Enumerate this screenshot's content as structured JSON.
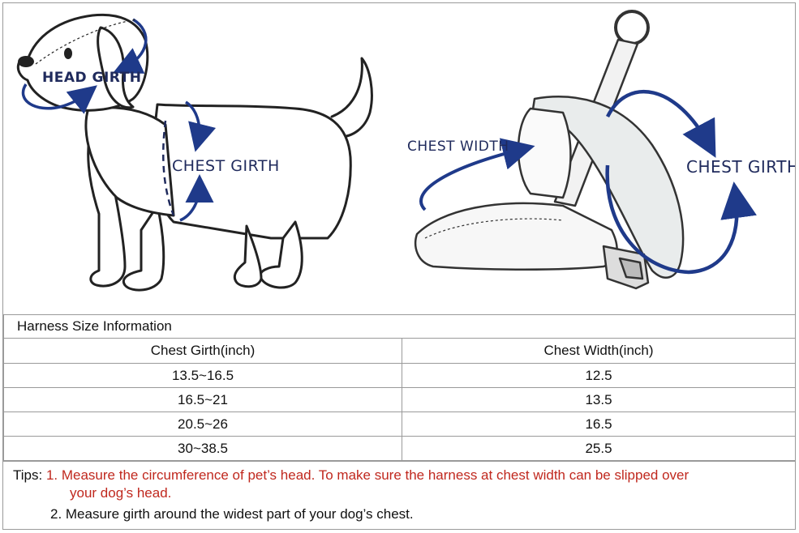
{
  "illustration": {
    "dog_labels": {
      "head_girth": "HEAD GIRTH",
      "chest_girth": "CHEST GIRTH"
    },
    "harness_labels": {
      "chest_width": "CHEST WIDTH",
      "chest_girth": "CHEST GIRTH"
    },
    "colors": {
      "arrow": "#1f3a8a",
      "label": "#1f2a5c",
      "line": "#222222"
    }
  },
  "table": {
    "caption": "Harness Size Information",
    "headers": [
      "Chest Girth(inch)",
      "Chest Width(inch)"
    ],
    "rows": [
      [
        "13.5~16.5",
        "12.5"
      ],
      [
        "16.5~21",
        "13.5"
      ],
      [
        "20.5~26",
        "16.5"
      ],
      [
        "30~38.5",
        "25.5"
      ]
    ]
  },
  "tips": {
    "prefix": "Tips:",
    "tip1_line1": "1. Measure the circumference of pet’s head. To make sure the harness at chest width can be slipped over",
    "tip1_line2": "your dog’s head.",
    "tip2": "2. Measure girth around the widest part of your dog’s chest.",
    "colors": {
      "tip1": "#c0281e",
      "text": "#111111"
    }
  }
}
